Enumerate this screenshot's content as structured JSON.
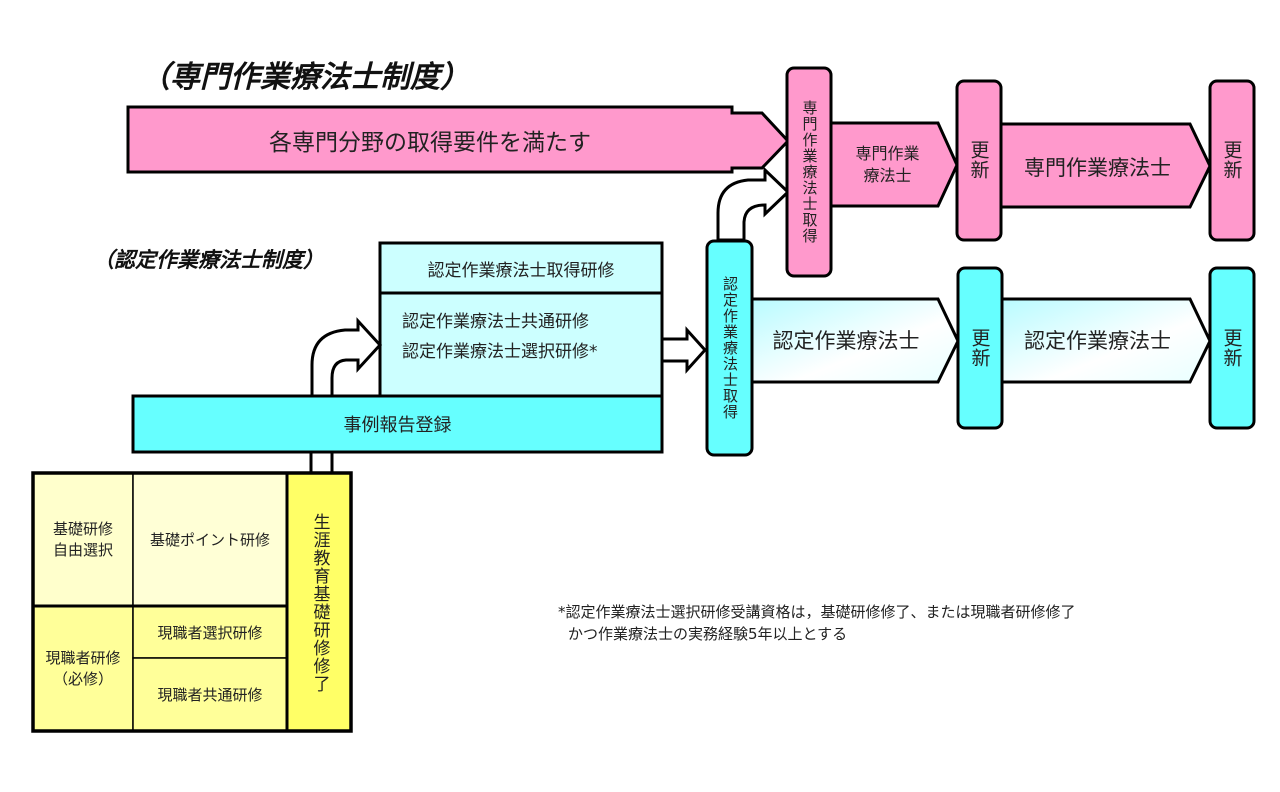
{
  "colors": {
    "pink": "#ff99cc",
    "cyan": "#66ffff",
    "light_cyan": "#ccffff",
    "light_yellow": "#ffffcc",
    "yellow": "#ffff66",
    "pale_yellow": "#ffff99",
    "stroke": "#000000"
  },
  "specialist": {
    "section_title": "（専門作業療法士制度）",
    "requirement_arrow": "各専門分野の取得要件を満たす",
    "acquisition_box": "専門作業療法士取得",
    "first_stage_line1": "専門作業",
    "first_stage_line2": "療法士",
    "renew_1": "更新",
    "second_stage": "専門作業療法士",
    "renew_2": "更新"
  },
  "certified": {
    "section_title": "（認定作業療法士制度）",
    "training_header": "認定作業療法士取得研修",
    "training_line1": "認定作業療法士共通研修",
    "training_line2": "認定作業療法士選択研修*",
    "case_report": "事例報告登録",
    "acquisition_box": "認定作業療法士取得",
    "first_stage": "認定作業療法士",
    "renew_1": "更新",
    "second_stage": "認定作業療法士",
    "renew_2": "更新"
  },
  "basic": {
    "basic_training_line1": "基礎研修",
    "basic_training_line2": "自由選択",
    "basic_point_training": "基礎ポイント研修",
    "current_staff_line1": "現職者研修",
    "current_staff_line2": "（必修）",
    "current_staff_elective": "現職者選択研修",
    "current_staff_common": "現職者共通研修",
    "lifelong_completion": "生涯教育基礎研修修了"
  },
  "footnote": {
    "line1": "*認定作業療法士選択研修受講資格は，基礎研修修了、または現職者研修修了",
    "line2": "かつ作業療法士の実務経験5年以上とする"
  }
}
